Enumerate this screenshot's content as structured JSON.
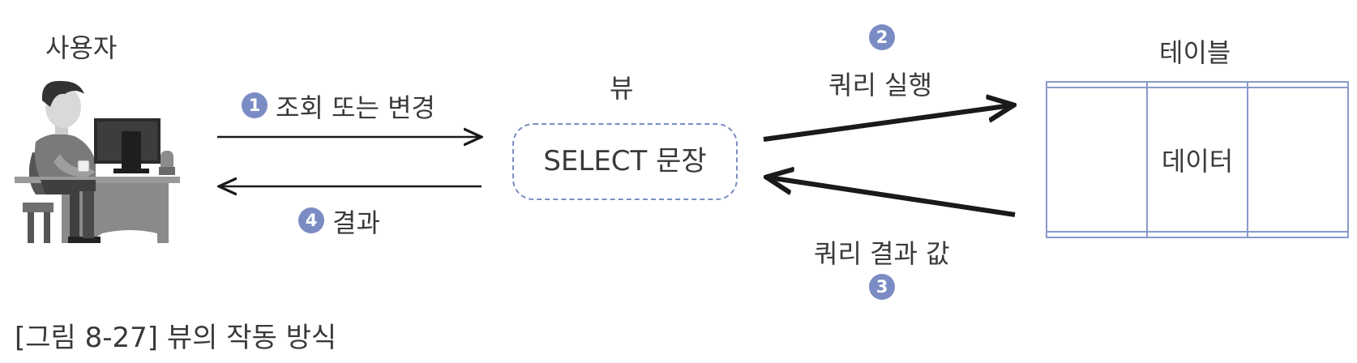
{
  "diagram": {
    "user_label": "사용자",
    "view_label": "뷰",
    "view_box_text": "SELECT 문장",
    "table_label": "테이블",
    "table_cell_text": "데이터",
    "steps": [
      {
        "number": "1",
        "label": "조회 또는 변경"
      },
      {
        "number": "2",
        "label": "쿼리 실행"
      },
      {
        "number": "3",
        "label": "쿼리 결과 값"
      },
      {
        "number": "4",
        "label": "결과"
      }
    ],
    "caption": "[그림 8-27] 뷰의 작동 방식"
  },
  "colors": {
    "badge": "#7b8cc4",
    "table_border": "#8a9acb",
    "dashed_border": "#7b8fbf",
    "arrow": "#1a1a1a"
  }
}
